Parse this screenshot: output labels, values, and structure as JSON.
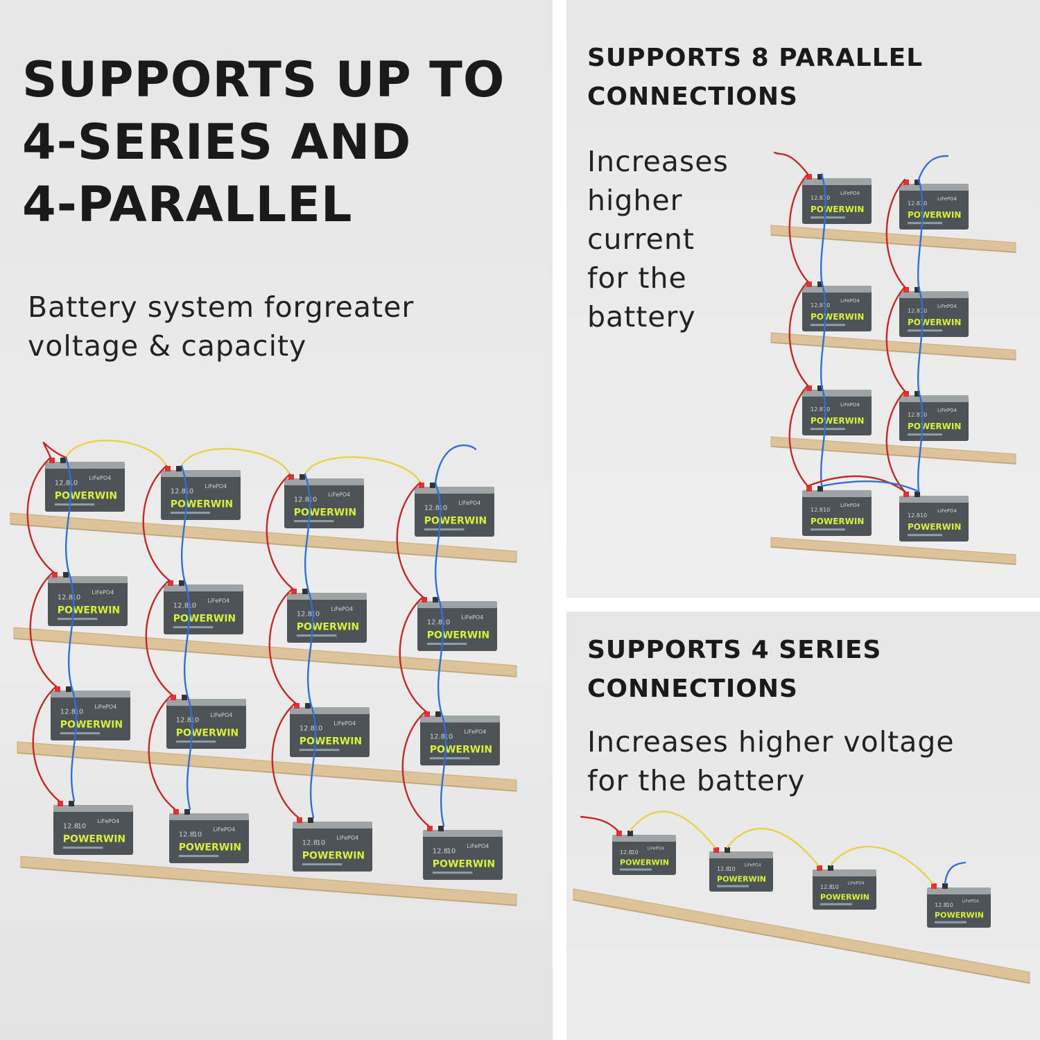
{
  "left_panel": {
    "title_lines": [
      "SUPPORTS UP TO",
      "4-SERIES AND",
      "4-PARALLEL"
    ],
    "description_lines": [
      "Battery system forgreater",
      "voltage & capacity"
    ]
  },
  "top_right_panel": {
    "title_lines": [
      "SUPPORTS 8 PARALLEL",
      "CONNECTIONS"
    ],
    "description_lines": [
      "Increases",
      "higher",
      "current",
      "for the",
      "battery"
    ]
  },
  "bottom_right_panel": {
    "title_lines": [
      "SUPPORTS 4 SERIES",
      "CONNECTIONS"
    ],
    "description_lines": [
      "Increases higher voltage",
      "for the battery"
    ]
  },
  "battery": {
    "brand": "POWERWIN",
    "chemistry": "LiFePO4",
    "voltage": "12.8",
    "capacity": "10"
  },
  "colors": {
    "battery_body": "#4d5357",
    "battery_lid": "#9ea3a6",
    "shelf_wood": "#dcc39a",
    "wire_red": "#c42828",
    "wire_blue": "#2f6fd6",
    "wire_yellow": "#e8d24a",
    "brand_text": "#d8f23a"
  }
}
